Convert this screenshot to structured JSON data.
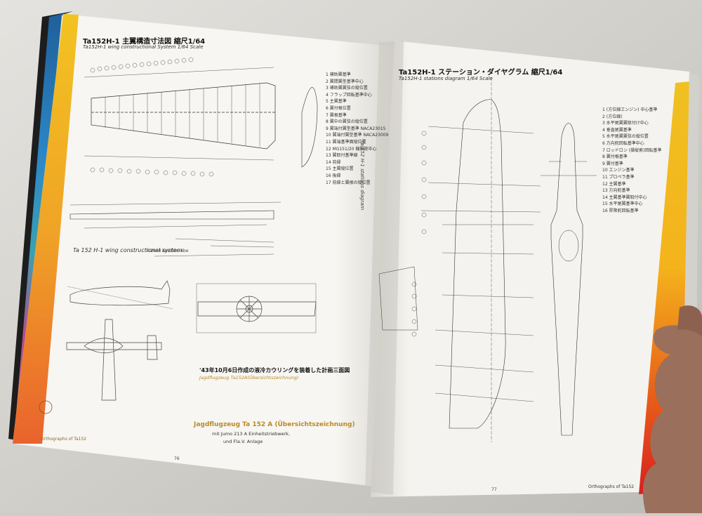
{
  "left_page": {
    "title": "Ta152H-1 主翼構造寸法図 縮尺1/64",
    "subtitle": "Ta152H-1 wing constructional System 1/64 Scale",
    "drawing_caption": "Ta 152 H-1  wing constructional system",
    "copyright": "©2008 Koichiro Abe",
    "legend": [
      "1 補助翼基準",
      "2 翼間翼型基準中心",
      "3 補助翼翼弦の縦位置",
      "4 フラップ回転基準中心",
      "5 主翼基準",
      "6 翼付根位置",
      "7 翼根基準",
      "8 翼中の翼弦の縦位置",
      "9 翼端付翼型基準 NACA23015",
      "10 翼端付翼型基準 NACA23009",
      "11 翼端基準面縦位置",
      "12 MG151/20 機関銃中心",
      "13 翼取付基準線",
      "14 前縁",
      "15 主翼縦位置",
      "16 後縁",
      "17 前縁と翼根の縦位置"
    ],
    "plan_caption": "'43年10月6日作成の液冷カウリングを装着した計画三面図",
    "plan_caption_sub": "Jagdflugzeug Ta152A(Übersichtszeichnung)",
    "german_title": "Jagdflugzeug Ta 152 A (Übersichtszeichnung)",
    "german_line2": "mit Jumo 213 A Einheitstriebwerk,",
    "german_line3": "und Fla.V. Anlage",
    "footer": "Orthographs of Ta152",
    "page_number": "76"
  },
  "right_page": {
    "title": "Ta152H-1 ステーション・ダイヤグラム 縮尺1/64",
    "subtitle": "Ta152H-1 stations diagram 1/64 Scale",
    "vertical_caption": "Ta 152 H-1  stations diagram",
    "legend": [
      "1 (方位線エンジン) 中心基準",
      "2 (方位線)",
      "3 水平尾翼翼取付け中心",
      "4 垂直尾翼基準",
      "5 水平尾翼翼弦の縦位置",
      "6 方向舵回転基準中心",
      "7 ロッドロン (操縦索)回転基準",
      "8 翼付根基準",
      "9 翼付基準",
      "10 エンジン基準",
      "11 プロペラ基準",
      "12 主翼基準",
      "13 方向舵基準",
      "14 主翼基準翼取付中心",
      "15 水平尾翼基準中心",
      "16 昇降舵回転基準"
    ],
    "footer": "Orthographs of Ta152",
    "page_number": "77"
  }
}
